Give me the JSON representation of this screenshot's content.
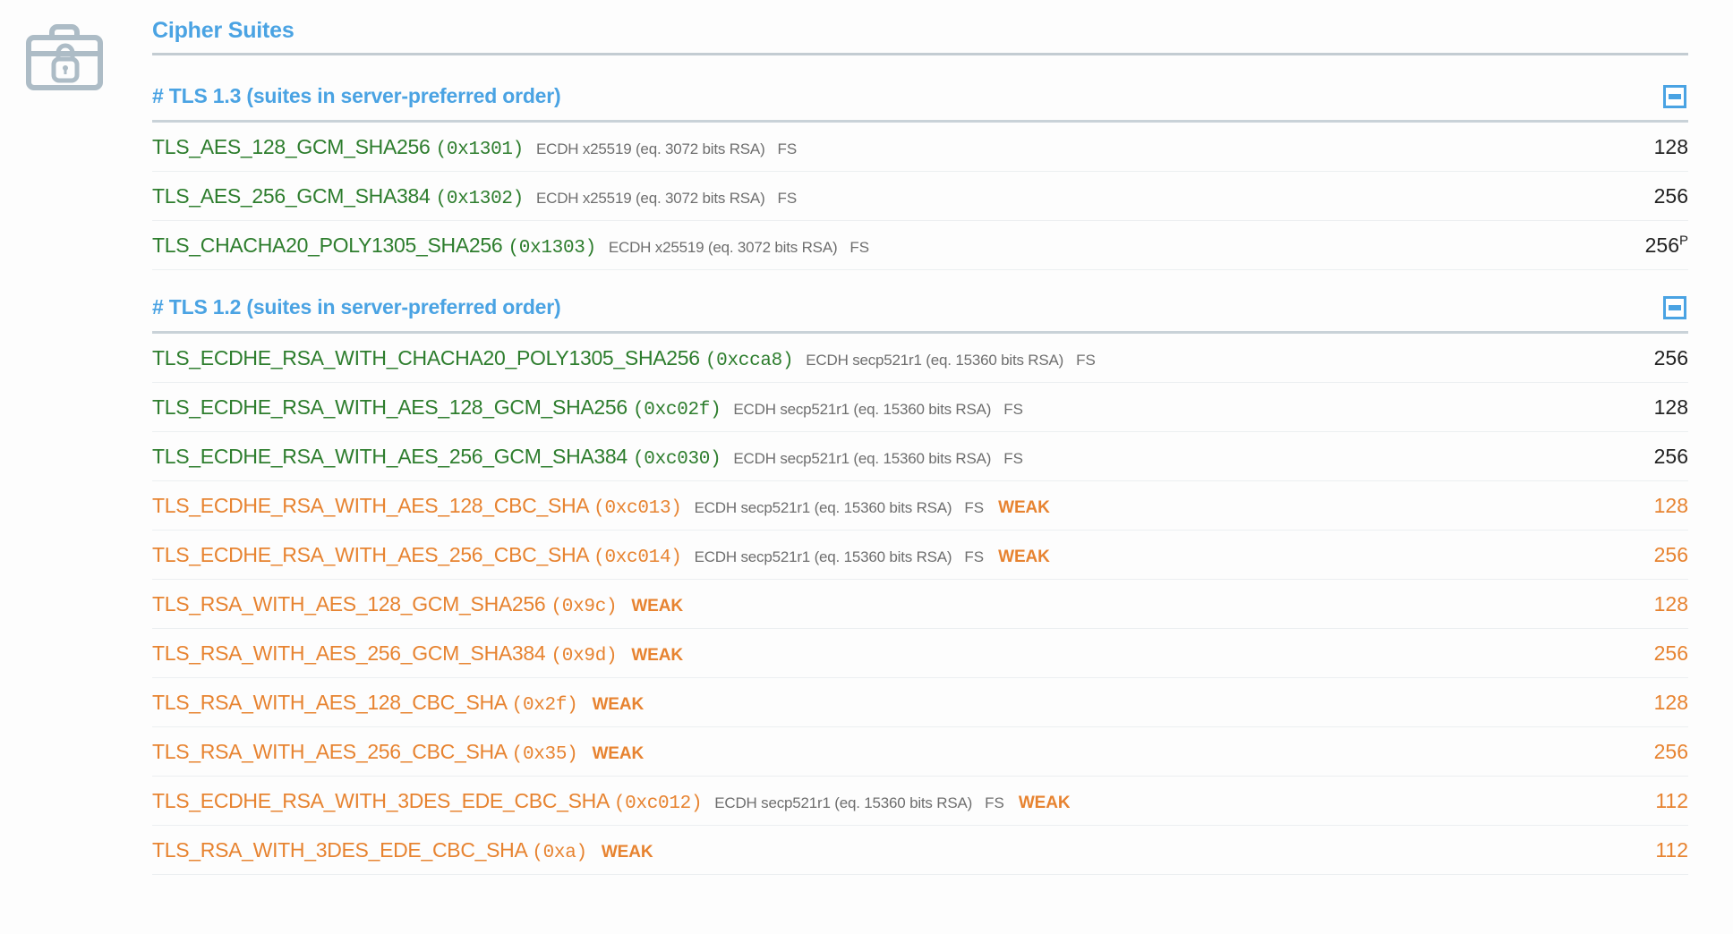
{
  "panel": {
    "title": "Cipher Suites",
    "icon": "briefcase-lock-icon"
  },
  "colors": {
    "heading_blue": "#4aa3e3",
    "secure_green": "#2d7d2d",
    "weak_orange": "#e78330",
    "detail_grey": "#6e6e6e",
    "rule_grey": "#c9d2d8",
    "row_divider": "#eceff1",
    "icon_grey": "#adbcc6",
    "background": "#fdfdfd"
  },
  "sections": [
    {
      "title": "# TLS 1.3 (suites in server-preferred order)",
      "collapse_label": "collapse",
      "collapsed": false,
      "rows": [
        {
          "name": "TLS_AES_128_GCM_SHA256",
          "hex": "(0x1301)",
          "kx": "ECDH x25519 (eq. 3072 bits RSA)",
          "fs": "FS",
          "weak": "",
          "bits": "128",
          "sup": "",
          "strength": "good"
        },
        {
          "name": "TLS_AES_256_GCM_SHA384",
          "hex": "(0x1302)",
          "kx": "ECDH x25519 (eq. 3072 bits RSA)",
          "fs": "FS",
          "weak": "",
          "bits": "256",
          "sup": "",
          "strength": "good"
        },
        {
          "name": "TLS_CHACHA20_POLY1305_SHA256",
          "hex": "(0x1303)",
          "kx": "ECDH x25519 (eq. 3072 bits RSA)",
          "fs": "FS",
          "weak": "",
          "bits": "256",
          "sup": "P",
          "strength": "good"
        }
      ]
    },
    {
      "title": "# TLS 1.2 (suites in server-preferred order)",
      "collapse_label": "collapse",
      "collapsed": false,
      "rows": [
        {
          "name": "TLS_ECDHE_RSA_WITH_CHACHA20_POLY1305_SHA256",
          "hex": "(0xcca8)",
          "kx": "ECDH secp521r1 (eq. 15360 bits RSA)",
          "fs": "FS",
          "weak": "",
          "bits": "256",
          "sup": "",
          "strength": "good"
        },
        {
          "name": "TLS_ECDHE_RSA_WITH_AES_128_GCM_SHA256",
          "hex": "(0xc02f)",
          "kx": "ECDH secp521r1 (eq. 15360 bits RSA)",
          "fs": "FS",
          "weak": "",
          "bits": "128",
          "sup": "",
          "strength": "good"
        },
        {
          "name": "TLS_ECDHE_RSA_WITH_AES_256_GCM_SHA384",
          "hex": "(0xc030)",
          "kx": "ECDH secp521r1 (eq. 15360 bits RSA)",
          "fs": "FS",
          "weak": "",
          "bits": "256",
          "sup": "",
          "strength": "good"
        },
        {
          "name": "TLS_ECDHE_RSA_WITH_AES_128_CBC_SHA",
          "hex": "(0xc013)",
          "kx": "ECDH secp521r1 (eq. 15360 bits RSA)",
          "fs": "FS",
          "weak": "WEAK",
          "bits": "128",
          "sup": "",
          "strength": "weak"
        },
        {
          "name": "TLS_ECDHE_RSA_WITH_AES_256_CBC_SHA",
          "hex": "(0xc014)",
          "kx": "ECDH secp521r1 (eq. 15360 bits RSA)",
          "fs": "FS",
          "weak": "WEAK",
          "bits": "256",
          "sup": "",
          "strength": "weak"
        },
        {
          "name": "TLS_RSA_WITH_AES_128_GCM_SHA256",
          "hex": "(0x9c)",
          "kx": "",
          "fs": "",
          "weak": "WEAK",
          "bits": "128",
          "sup": "",
          "strength": "weak"
        },
        {
          "name": "TLS_RSA_WITH_AES_256_GCM_SHA384",
          "hex": "(0x9d)",
          "kx": "",
          "fs": "",
          "weak": "WEAK",
          "bits": "256",
          "sup": "",
          "strength": "weak"
        },
        {
          "name": "TLS_RSA_WITH_AES_128_CBC_SHA",
          "hex": "(0x2f)",
          "kx": "",
          "fs": "",
          "weak": "WEAK",
          "bits": "128",
          "sup": "",
          "strength": "weak"
        },
        {
          "name": "TLS_RSA_WITH_AES_256_CBC_SHA",
          "hex": "(0x35)",
          "kx": "",
          "fs": "",
          "weak": "WEAK",
          "bits": "256",
          "sup": "",
          "strength": "weak"
        },
        {
          "name": "TLS_ECDHE_RSA_WITH_3DES_EDE_CBC_SHA",
          "hex": "(0xc012)",
          "kx": "ECDH secp521r1 (eq. 15360 bits RSA)",
          "fs": "FS",
          "weak": "WEAK",
          "bits": "112",
          "sup": "",
          "strength": "weak"
        },
        {
          "name": "TLS_RSA_WITH_3DES_EDE_CBC_SHA",
          "hex": "(0xa)",
          "kx": "",
          "fs": "",
          "weak": "WEAK",
          "bits": "112",
          "sup": "",
          "strength": "weak"
        }
      ]
    }
  ]
}
